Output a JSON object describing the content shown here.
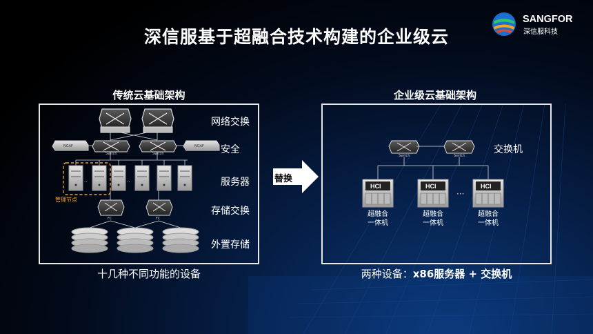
{
  "title": "深信服基于超融合技术构建的企业级云",
  "logo": {
    "name": "SANGFOR",
    "sub": "深信服科技"
  },
  "left": {
    "heading": "传统云基础架构",
    "labels": [
      "网络交换",
      "安全",
      "服务器",
      "存储交换",
      "外置存储"
    ],
    "mgmt_label": "管理节点",
    "fw_label": "NGAF",
    "switch_label": "Switch",
    "fc_label": "FC",
    "caption": "十几种不同功能的设备"
  },
  "arrow": {
    "label": "替换"
  },
  "right": {
    "heading": "企业级云基础架构",
    "switch_label": "交换机",
    "hci_badge": "HCI",
    "node_label_1": "超融合",
    "node_label_2": "一体机",
    "ellipsis": "···",
    "caption_prefix": "两种设备：",
    "caption_bold": "x86服务器 + 交换机"
  },
  "colors": {
    "accent_orange": "#f0a030",
    "frame": "#e8e8e8",
    "arrow": "#ffffff"
  }
}
